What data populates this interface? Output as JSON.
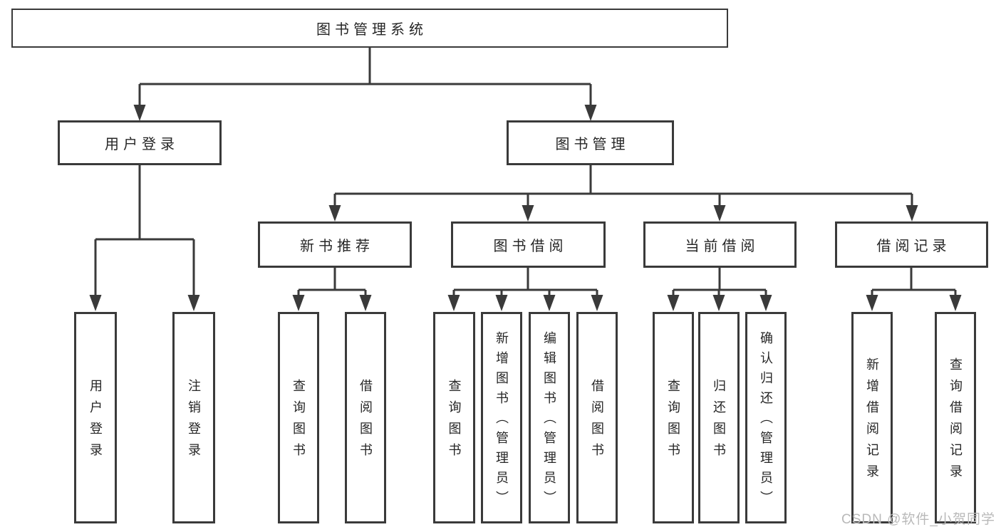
{
  "colors": {
    "line": "#3a3a3a",
    "box_border": "#3a3a3a",
    "text": "#262626",
    "background": "#ffffff",
    "watermark": "#b9b9b9"
  },
  "diagram": {
    "type": "hierarchy-tree",
    "root": {
      "label": "图书管理系统",
      "children": [
        {
          "label": "用户登录",
          "children": [
            {
              "label": "用户登录"
            },
            {
              "label": "注销登录"
            }
          ]
        },
        {
          "label": "图书管理",
          "children": [
            {
              "label": "新书推荐",
              "children": [
                {
                  "label": "查询图书"
                },
                {
                  "label": "借阅图书"
                }
              ]
            },
            {
              "label": "图书借阅",
              "children": [
                {
                  "label": "查询图书"
                },
                {
                  "label": "新增图书（管理员）"
                },
                {
                  "label": "编辑图书（管理员）"
                },
                {
                  "label": "借阅图书"
                }
              ]
            },
            {
              "label": "当前借阅",
              "children": [
                {
                  "label": "查询图书"
                },
                {
                  "label": "归还图书"
                },
                {
                  "label": "确认归还（管理员）"
                }
              ]
            },
            {
              "label": "借阅记录",
              "children": [
                {
                  "label": "新增借阅记录"
                },
                {
                  "label": "查询借阅记录"
                }
              ]
            }
          ]
        }
      ]
    }
  },
  "watermark": {
    "text": "CSDN @软件_小贺同学"
  }
}
